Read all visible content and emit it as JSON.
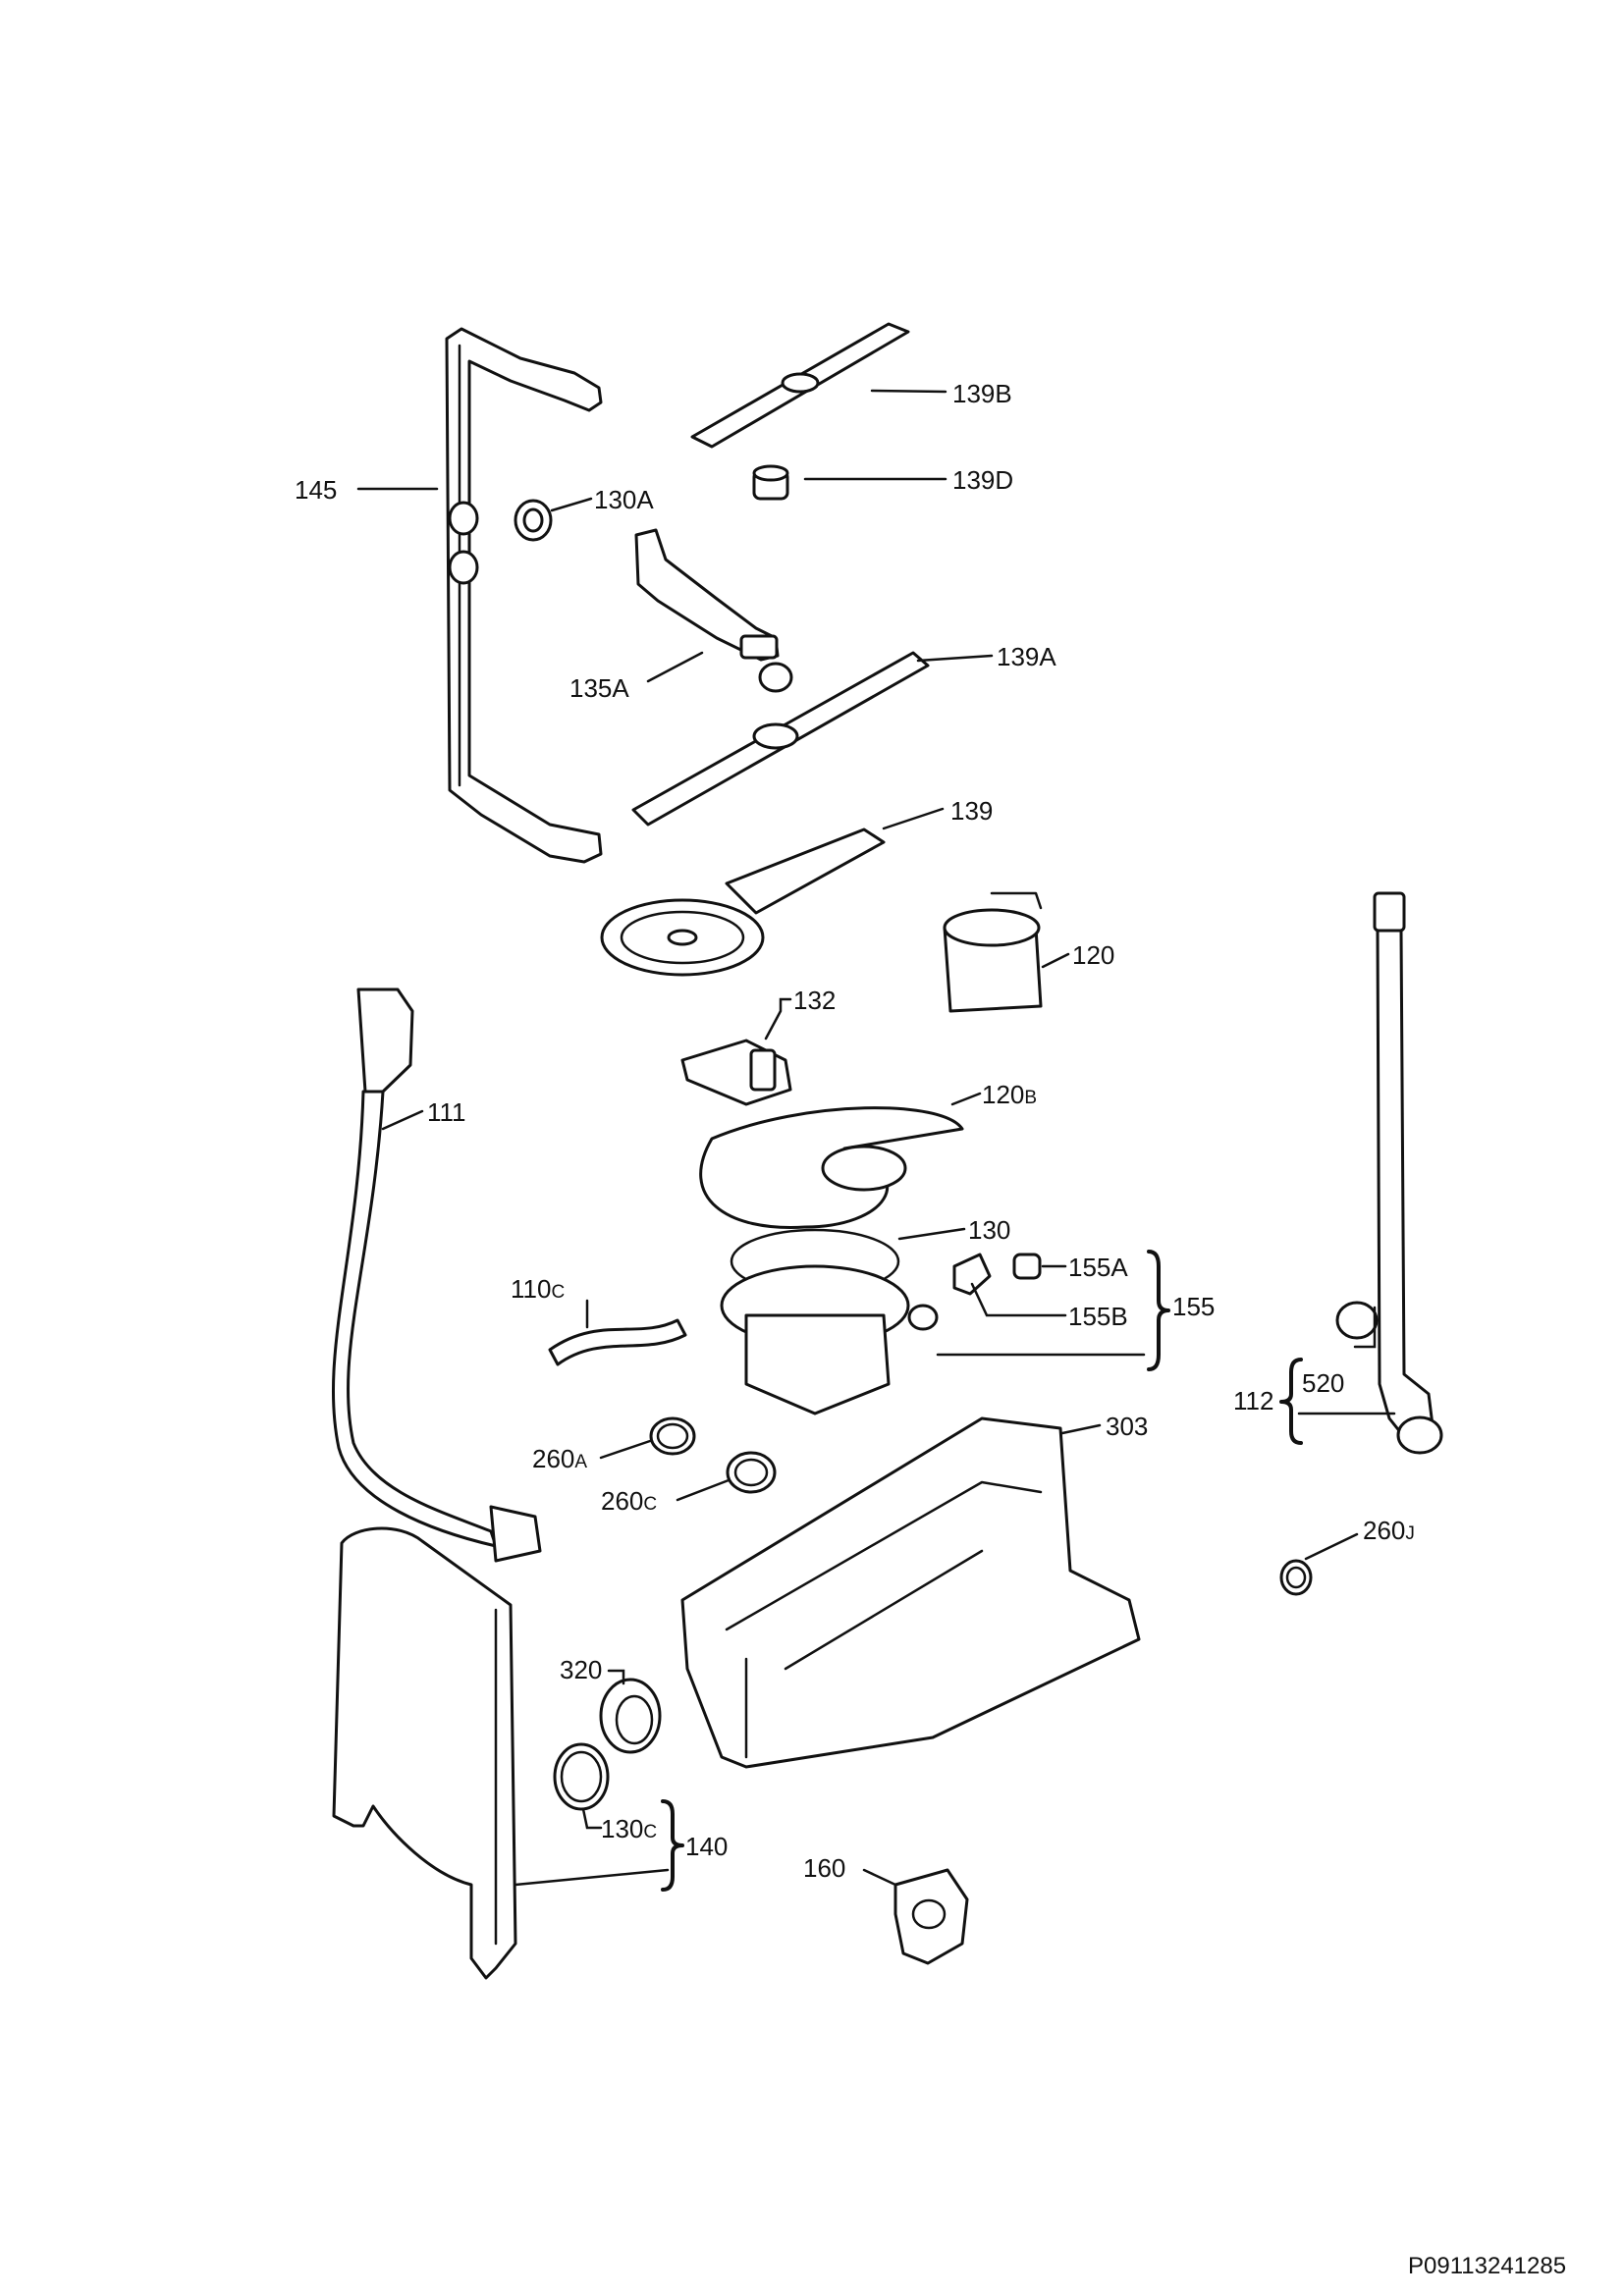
{
  "diagram": {
    "doc_id": "P09113241285",
    "callouts": {
      "c139B": {
        "text": "139B"
      },
      "c145": {
        "text": "145"
      },
      "c130A": {
        "text": "130A"
      },
      "c139D": {
        "text": "139D"
      },
      "c135A": {
        "text": "135A"
      },
      "c139A": {
        "text": "139A"
      },
      "c139": {
        "text": "139"
      },
      "c120": {
        "text": "120"
      },
      "c132": {
        "text": "132"
      },
      "c111": {
        "text": "111"
      },
      "c120B": {
        "text": "120",
        "sub": "B"
      },
      "c130": {
        "text": "130"
      },
      "c155A": {
        "text": "155A"
      },
      "c155B": {
        "text": "155B"
      },
      "c155": {
        "text": "155"
      },
      "c110C": {
        "text": "110",
        "sub": "C"
      },
      "c520": {
        "text": "520"
      },
      "c112": {
        "text": "112"
      },
      "c303": {
        "text": "303"
      },
      "c260A": {
        "text": "260",
        "sub": "A"
      },
      "c260C": {
        "text": "260",
        "sub": "C"
      },
      "c260J": {
        "text": "260",
        "sub": "J"
      },
      "c320": {
        "text": "320"
      },
      "c130C": {
        "text": "130",
        "sub": "C"
      },
      "c140": {
        "text": "140"
      },
      "c160": {
        "text": "160"
      }
    }
  }
}
